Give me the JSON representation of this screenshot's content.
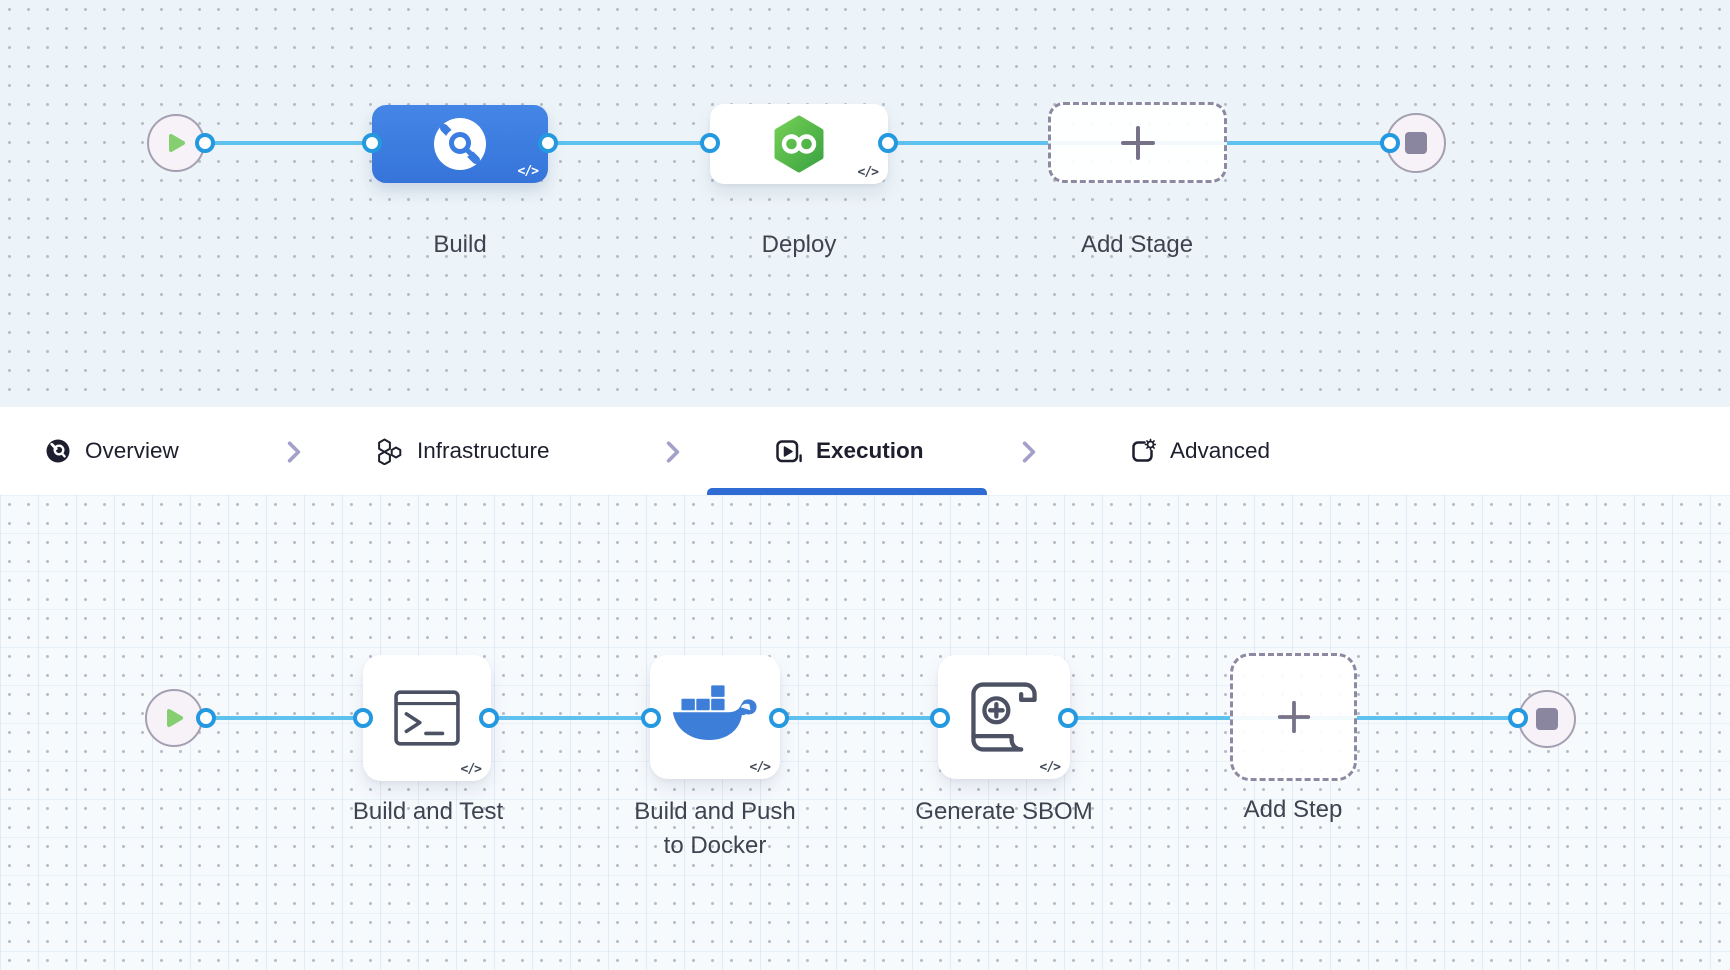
{
  "colors": {
    "canvas_top_bg": "#edf4f9",
    "canvas_bottom_bg": "#f7fafd",
    "connector_line": "#5fc1ee",
    "connector_dot_ring": "#2499e0",
    "build_stage_blue": "#3b7de0",
    "deploy_green_light": "#74cf55",
    "deploy_green_dark": "#3aa341",
    "docker_blue": "#3d7ed8",
    "active_tab_underline": "#2e6bd2",
    "play_green": "#85ce71",
    "stop_gray": "#8b86a0",
    "label_text": "#3f4350",
    "tab_text": "#1e1f2e"
  },
  "stage_pipeline": {
    "start_node": "play",
    "end_node": "stop",
    "stages": [
      {
        "label": "Build",
        "kind": "ci-build",
        "code_badge": "</>"
      },
      {
        "label": "Deploy",
        "kind": "cd-deploy",
        "code_badge": "</>"
      },
      {
        "label": "Add Stage",
        "kind": "add-stage"
      }
    ]
  },
  "tab_bar": {
    "active_tab": "Execution",
    "tabs": [
      {
        "label": "Overview",
        "icon": "overview-icon"
      },
      {
        "label": "Infrastructure",
        "icon": "infrastructure-icon"
      },
      {
        "label": "Execution",
        "icon": "execution-icon"
      },
      {
        "label": "Advanced",
        "icon": "advanced-icon"
      }
    ]
  },
  "step_pipeline": {
    "start_node": "play",
    "end_node": "stop",
    "steps": [
      {
        "label": "Build and Test",
        "kind": "run-step",
        "code_badge": "</>"
      },
      {
        "label": "Build and Push\nto Docker",
        "kind": "docker-step",
        "code_badge": "</>"
      },
      {
        "label": "Generate SBOM",
        "kind": "sbom-step",
        "code_badge": "</>"
      },
      {
        "label": "Add Step",
        "kind": "add-step"
      }
    ]
  }
}
